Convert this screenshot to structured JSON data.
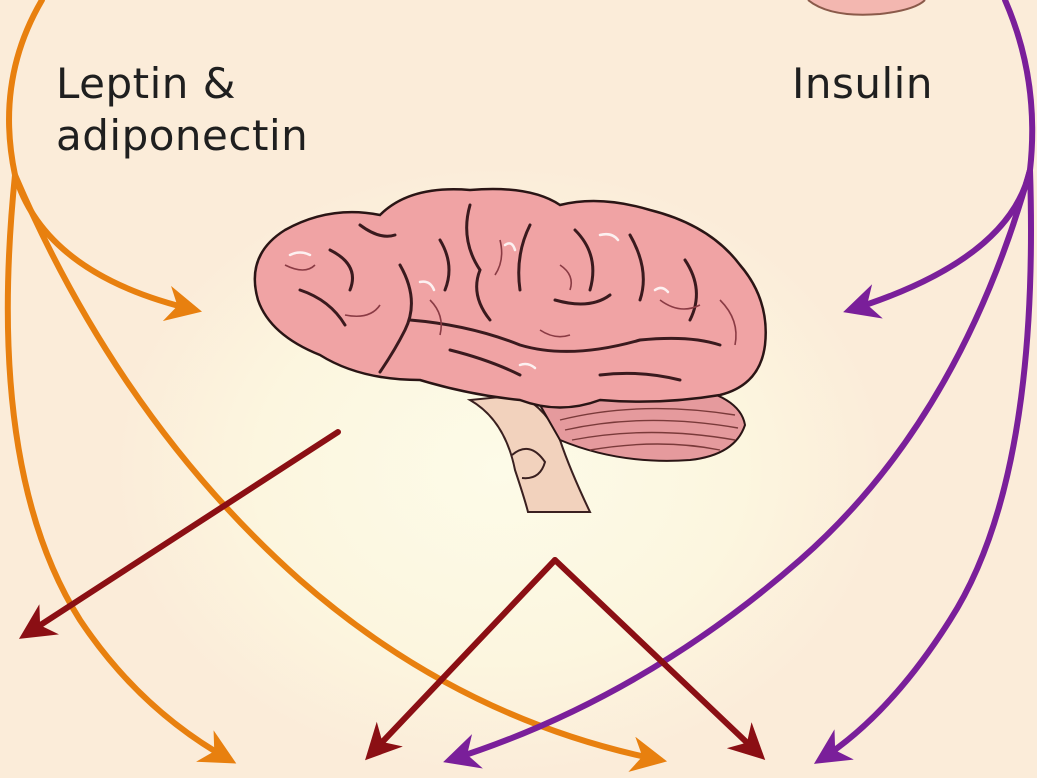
{
  "labels": {
    "left_line1": "Leptin &",
    "left_line2": "adiponectin",
    "right": "Insulin"
  },
  "colors": {
    "background": "#fbecd9",
    "leptin_arrows": "#e8800f",
    "insulin_arrows": "#7a1f9a",
    "brain_arrows": "#8b0f14",
    "brain_fill": "#f0a3a4"
  },
  "icons": {
    "brain": "brain-icon"
  }
}
